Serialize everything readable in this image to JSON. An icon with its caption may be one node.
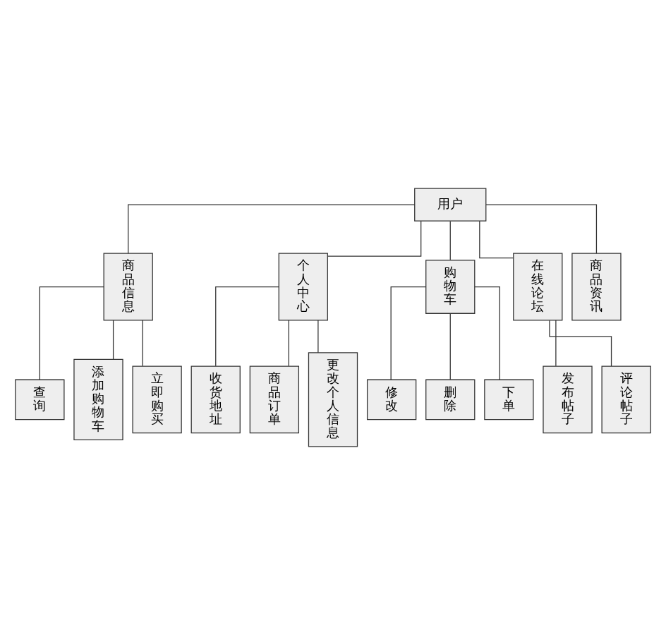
{
  "diagram": {
    "nodes": [
      {
        "text": [
          "用户"
        ]
      },
      {
        "text": [
          "商品信息"
        ]
      },
      {
        "text": [
          "个人中心"
        ]
      },
      {
        "text": [
          "购物车"
        ]
      },
      {
        "text": [
          "在线论坛"
        ]
      },
      {
        "text": [
          "商品资讯"
        ]
      },
      {
        "text": [
          "查询"
        ]
      },
      {
        "text": [
          "添加购物车"
        ]
      },
      {
        "text": [
          "立即购买"
        ]
      },
      {
        "text": [
          "收货地址"
        ]
      },
      {
        "text": [
          "商品订单"
        ]
      },
      {
        "text": [
          "更改个人信息"
        ]
      },
      {
        "text": [
          "修改"
        ]
      },
      {
        "text": [
          "删除"
        ]
      },
      {
        "text": [
          "下单"
        ]
      },
      {
        "text": [
          "发布帖子"
        ]
      },
      {
        "text": [
          "评论帖子"
        ]
      }
    ],
    "edges": [
      {
        "from": 0,
        "to": 1,
        "arrow": "none"
      },
      {
        "from": 0,
        "to": 2,
        "arrow": "none"
      },
      {
        "from": 0,
        "to": 3,
        "arrow": "none"
      },
      {
        "from": 0,
        "to": 4,
        "arrow": "none"
      },
      {
        "from": 0,
        "to": 5,
        "arrow": "none"
      },
      {
        "from": 1,
        "to": 6,
        "arrow": "none"
      },
      {
        "from": 1,
        "to": 7,
        "arrow": "none"
      },
      {
        "from": 1,
        "to": 8,
        "arrow": "none"
      },
      {
        "from": 2,
        "to": 9,
        "arrow": "none"
      },
      {
        "from": 2,
        "to": 10,
        "arrow": "none"
      },
      {
        "from": 2,
        "to": 11,
        "arrow": "none"
      },
      {
        "from": 3,
        "to": 12,
        "arrow": "none"
      },
      {
        "from": 3,
        "to": 13,
        "arrow": "none"
      },
      {
        "from": 3,
        "to": 14,
        "arrow": "none"
      },
      {
        "from": 4,
        "to": 15,
        "arrow": "none"
      },
      {
        "from": 4,
        "to": 16,
        "arrow": "none"
      }
    ]
  }
}
